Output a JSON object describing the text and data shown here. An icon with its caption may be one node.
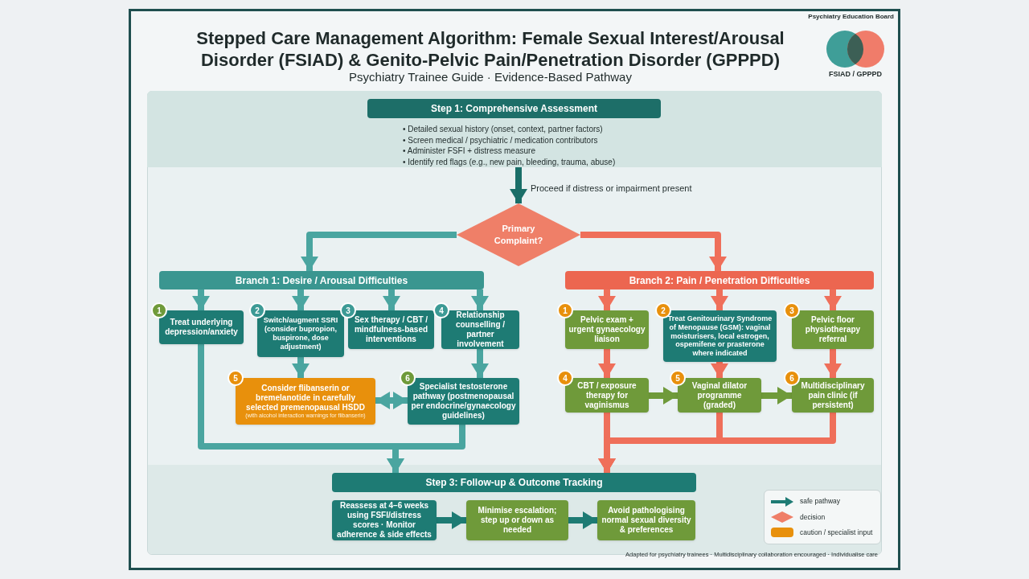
{
  "diagram": {
    "title": "Stepped Care Management Algorithm: Female Sexual Interest/Arousal Disorder (FSIAD) & Genito-Pelvic Pain/Penetration Disorder (GPPPD)",
    "nodes": [
      {
        "text": [
          "Step 1: Comprehensive Assessment",
          "• Detailed sexual history (onset, context, partner factors)",
          "• Screen medical / psychiatric / medication contributors",
          "• Administer FSFI + distress measure",
          "• Identify red flags (e.g., new pain, bleeding, trauma, abuse)"
        ]
      },
      {
        "text": [
          "Primary Complaint?"
        ]
      },
      {
        "text": [
          "Branch 1: Desire / Arousal Difficulties"
        ]
      },
      {
        "text": [
          "Branch 2: Pain / Penetration Difficulties"
        ]
      },
      {
        "text": [
          "Treat underlying depression/anxiety"
        ],
        "beside": [
          "1"
        ]
      },
      {
        "text": [
          "Switch/augment SSRI (consider bupropion, buspirone, dose adjustment)"
        ],
        "beside": [
          "2"
        ]
      },
      {
        "text": [
          "Sex therapy / CBT / mindfulness-based interventions"
        ],
        "beside": [
          "3"
        ]
      },
      {
        "text": [
          "Relationship counselling / partner involvement"
        ],
        "beside": [
          "4"
        ]
      },
      {
        "text": [
          "Consider flibanserin or bremelanotide in carefully selected premenopausal HSDD",
          "(with alcohol interaction warnings for flibanserin)"
        ],
        "beside": [
          "5"
        ]
      },
      {
        "text": [
          "Specialist testosterone pathway (postmenopausal per endocrine/gynaecology guidelines)"
        ],
        "beside": [
          "6"
        ]
      },
      {
        "text": [
          "Pelvic exam + urgent gynaecology liaison"
        ],
        "beside": [
          "1"
        ]
      },
      {
        "text": [
          "Treat Genitourinary Syndrome of Menopause (GSM): vaginal moisturisers, local estrogen, ospemifene or prasterone where indicated"
        ],
        "beside": [
          "2"
        ]
      },
      {
        "text": [
          "Pelvic floor physiotherapy referral"
        ],
        "beside": [
          "3"
        ]
      },
      {
        "text": [
          "CBT / exposure therapy for vaginismus"
        ],
        "beside": [
          "4"
        ]
      },
      {
        "text": [
          "Vaginal dilator programme (graded)"
        ],
        "beside": [
          "5"
        ]
      },
      {
        "text": [
          "Multidisciplinary pain clinic (if persistent)"
        ],
        "beside": [
          "6"
        ]
      },
      {
        "text": [
          "Step 3: Follow-up & Outcome Tracking"
        ]
      },
      {
        "text": [
          "Reassess at 4–6 weeks using FSFI/distress scores · Monitor adherence & side effects"
        ]
      },
      {
        "text": [
          "Minimise escalation; step up or down as needed"
        ]
      },
      {
        "text": [
          "Avoid pathologising normal sexual diversity & preferences"
        ]
      }
    ],
    "edges": [
      {
        "from": 0,
        "to": 1,
        "arrow": "to",
        "label": "Proceed if distress or impairment present",
        "color": "#1a6e68"
      },
      {
        "from": 1,
        "to": 2,
        "arrow": "to"
      },
      {
        "from": 1,
        "to": 3,
        "arrow": "to",
        "color": "#ef6f5a"
      },
      {
        "from": 2,
        "to": 4,
        "arrow": "to"
      },
      {
        "from": 2,
        "to": 5,
        "arrow": "to"
      },
      {
        "from": 2,
        "to": 6,
        "arrow": "to"
      },
      {
        "from": 2,
        "to": 7,
        "arrow": "to"
      },
      {
        "from": 5,
        "to": 8,
        "arrow": "to"
      },
      {
        "from": 7,
        "to": 9,
        "arrow": "to"
      },
      {
        "from": 8,
        "to": 9,
        "arrow": "both"
      },
      {
        "from": 4,
        "to": 16,
        "arrow": "to"
      },
      {
        "from": 9,
        "to": 16,
        "arrow": "to"
      },
      {
        "from": 3,
        "to": 10,
        "arrow": "to",
        "color": "#ef6f5a"
      },
      {
        "from": 3,
        "to": 11,
        "arrow": "to",
        "color": "#ef6f5a"
      },
      {
        "from": 3,
        "to": 12,
        "arrow": "to",
        "color": "#ef6f5a"
      },
      {
        "from": 10,
        "to": 13,
        "arrow": "to",
        "color": "#ef6f5a"
      },
      {
        "from": 11,
        "to": 14,
        "arrow": "to",
        "color": "#ef6f5a"
      },
      {
        "from": 12,
        "to": 15,
        "arrow": "to",
        "color": "#ef6f5a"
      },
      {
        "from": 13,
        "to": 14,
        "arrow": "to",
        "color": "#6f9a3a"
      },
      {
        "from": 14,
        "to": 15,
        "arrow": "to",
        "color": "#6f9a3a"
      },
      {
        "from": 13,
        "to": 16,
        "arrow": "to",
        "color": "#ef6f5a"
      },
      {
        "from": 14,
        "to": 16,
        "arrow": "to",
        "color": "#ef6f5a"
      },
      {
        "from": 15,
        "to": 16,
        "arrow": "to",
        "color": "#ef6f5a"
      },
      {
        "from": 17,
        "to": 18,
        "arrow": "to",
        "color": "#1e7b74"
      },
      {
        "from": 18,
        "to": 19,
        "arrow": "to",
        "color": "#1e7b74"
      }
    ],
    "labels": [
      "Psychiatry Education Board",
      "Psychiatry Trainee Guide · Evidence-Based Pathway",
      "FSIAD / GPPPD",
      "Adapted for psychiatry trainees · Multidisciplinary collaboration encouraged · Individualise care"
    ],
    "legend": [
      {
        "text": "safe pathway"
      },
      {
        "text": "decision"
      },
      {
        "text": "caution / specialist input",
        "color": "#e8900c"
      }
    ]
  }
}
